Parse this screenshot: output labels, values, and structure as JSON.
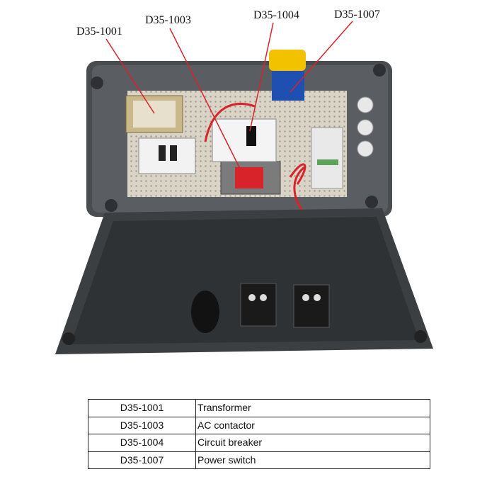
{
  "callouts": [
    {
      "code": "D35-1001"
    },
    {
      "code": "D35-1003"
    },
    {
      "code": "D35-1004"
    },
    {
      "code": "D35-1007"
    }
  ],
  "parts_table": {
    "rows": [
      {
        "code": "D35-1001",
        "description": "Transformer"
      },
      {
        "code": "D35-1003",
        "description": "AC contactor"
      },
      {
        "code": "D35-1004",
        "description": "Circuit breaker"
      },
      {
        "code": "D35-1007",
        "description": "Power switch"
      }
    ]
  },
  "colors": {
    "enclosure": "#4a4d50",
    "backplate": "#d9d4c6",
    "wire_red": "#d8232a",
    "leader_line": "#d8232a",
    "switch_blue": "#1f4fb0",
    "switch_yellow": "#f2c200"
  }
}
